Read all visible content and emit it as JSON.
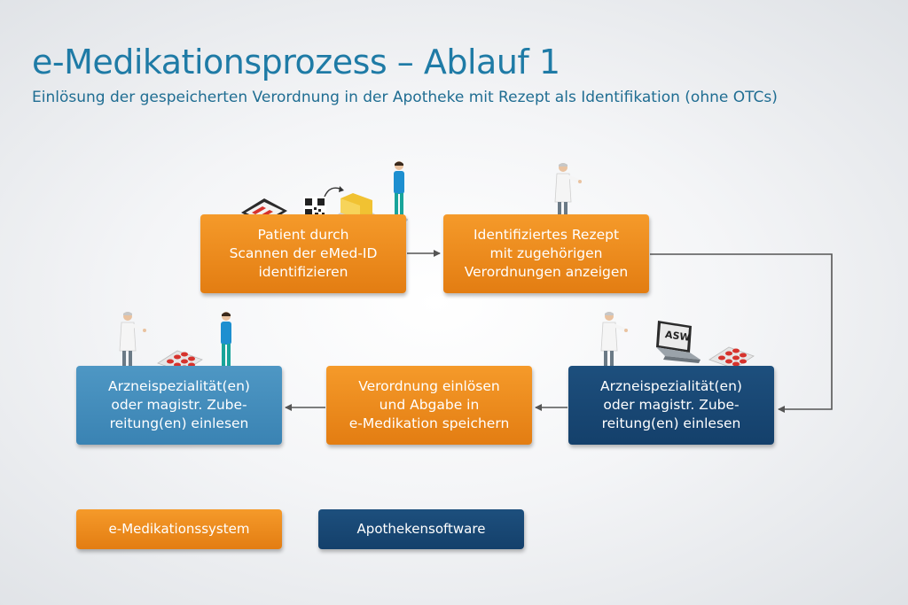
{
  "header": {
    "title": "e-Medikationsprozess – Ablauf 1",
    "subtitle": "Einlösung der gespeicherten Verordnung in der Apotheke mit Rezept als Identifikation (ohne OTCs)"
  },
  "steps": [
    {
      "text": "Patient durch\nScannen der eMed-ID\nidentifizieren",
      "system": "e-Medikationssystem"
    },
    {
      "text": "Identifiziertes Rezept\nmit zugehörigen\nVerordnungen anzeigen",
      "system": "e-Medikationssystem"
    },
    {
      "text": "Arzneispezialität(en)\noder magistr. Zube-\nreitung(en) einlesen",
      "system": "Apothekensoftware"
    },
    {
      "text": "Verordnung einlösen\nund Abgabe in\ne-Medikation speichern",
      "system": "e-Medikationssystem"
    },
    {
      "text": "Arzneispezialität(en)\noder magistr. Zube-\nreitung(en) einlesen",
      "system": ""
    }
  ],
  "legend": [
    {
      "label": "e-Medikationssystem",
      "color": "#ee8a1d"
    },
    {
      "label": "Apothekensoftware",
      "color": "#174774"
    }
  ],
  "illustrations": {
    "laptop_label": "ASW"
  },
  "colors": {
    "title": "#1f7ba6",
    "orange": "#ee8a1d",
    "light_blue": "#4189b8",
    "dark_blue": "#174774",
    "arrow": "#555555"
  }
}
